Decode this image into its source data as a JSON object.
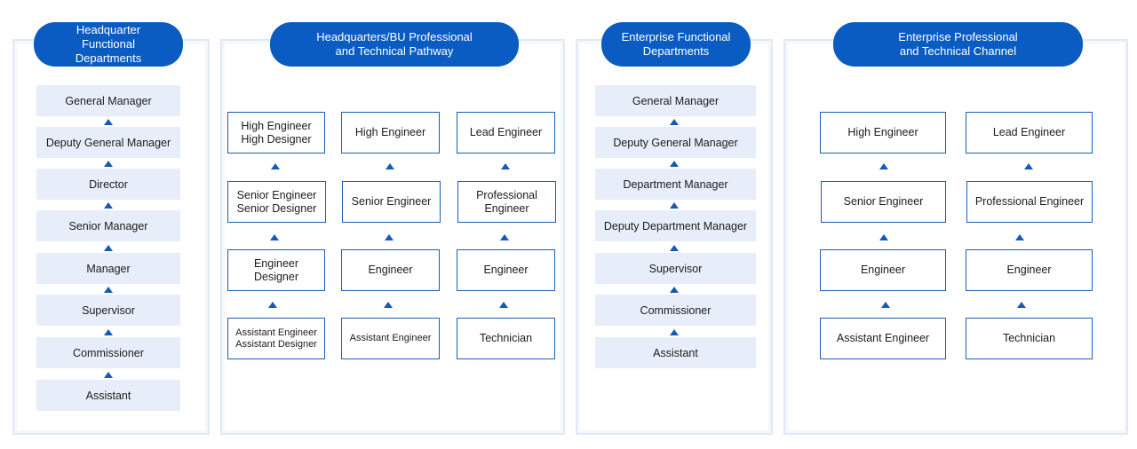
{
  "panels": [
    {
      "title": "Headquarter\nFunctional\nDepartments",
      "items": [
        "General Manager",
        "Deputy General Manager",
        "Director",
        "Senior Manager",
        "Manager",
        "Supervisor",
        "Commissioner",
        "Assistant"
      ]
    },
    {
      "title": "Headquarters/BU  Professional\nand Technical Pathway",
      "columns": [
        [
          "High Engineer\nHigh Designer",
          "Senior Engineer\nSenior Designer",
          "Engineer\nDesigner",
          "Assistant Engineer\nAssistant Designer"
        ],
        [
          "High Engineer",
          "Senior Engineer",
          "Engineer",
          "Assistant Engineer"
        ],
        [
          "Lead Engineer",
          "Professional\nEngineer",
          "Engineer",
          "Technician"
        ]
      ]
    },
    {
      "title": "Enterprise Functional\nDepartments",
      "items": [
        "General Manager",
        "Deputy  General Manager",
        "Department Manager",
        "Deputy Department Manager",
        "Supervisor",
        "Commissioner",
        "Assistant"
      ]
    },
    {
      "title": "Enterprise Professional\nand Technical Channel",
      "columns": [
        [
          "High Engineer",
          "Senior Engineer",
          "Engineer",
          "Assistant Engineer"
        ],
        [
          "Lead Engineer",
          "Professional Engineer",
          "Engineer",
          "Technician"
        ]
      ]
    }
  ],
  "colors": {
    "accent": "#0a5cc2",
    "box_fill": "#e7edf9",
    "border": "#1e5eb4"
  }
}
